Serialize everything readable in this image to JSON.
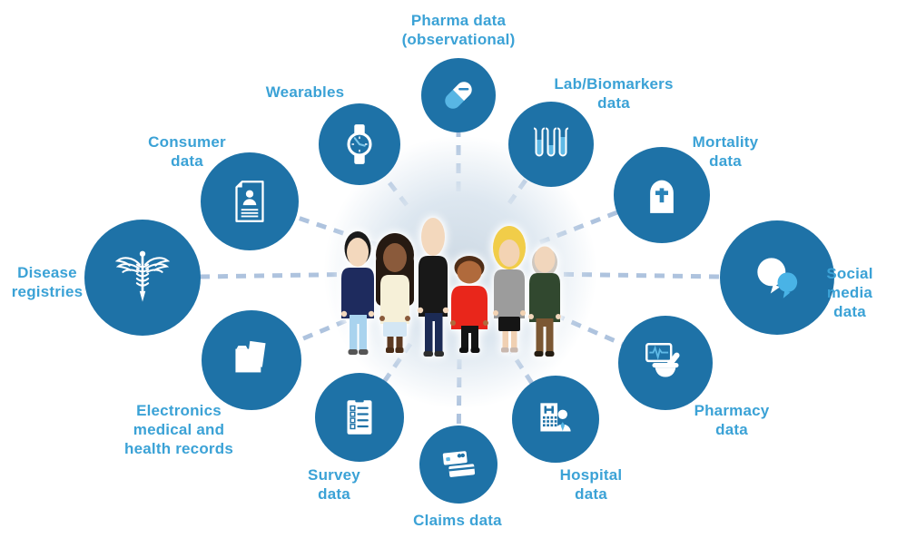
{
  "diagram": {
    "type": "hub-and-spoke",
    "center": {
      "illustration": "group-of-six-diverse-people"
    },
    "nodes": [
      {
        "label": "Pharma data\n(observational)",
        "icon": "pill-icon"
      },
      {
        "label": "Lab/Biomarkers\ndata",
        "icon": "test-tubes-icon"
      },
      {
        "label": "Mortality\ndata",
        "icon": "tombstone-icon"
      },
      {
        "label": "Social\nmedia data",
        "icon": "speech-bubbles-icon"
      },
      {
        "label": "Pharmacy\ndata",
        "icon": "monitor-mortar-pestle-icon"
      },
      {
        "label": "Hospital\ndata",
        "icon": "hospital-building-person-icon"
      },
      {
        "label": "Claims data",
        "icon": "payment-cards-icon"
      },
      {
        "label": "Survey\ndata",
        "icon": "checklist-clipboard-icon"
      },
      {
        "label": "Electronics\nmedical and\nhealth records",
        "icon": "folder-documents-icon"
      },
      {
        "label": "Disease\nregistries",
        "icon": "caduceus-icon"
      },
      {
        "label": "Consumer\ndata",
        "icon": "person-document-icon"
      },
      {
        "label": "Wearables",
        "icon": "wristwatch-icon"
      }
    ],
    "colors": {
      "node_fill": "#1e72a7",
      "label_text": "#3ba2d6",
      "icon_accent": "#55b4e2",
      "dashed_line": "#aec3de",
      "center_glow": "#d7e2ec"
    }
  }
}
